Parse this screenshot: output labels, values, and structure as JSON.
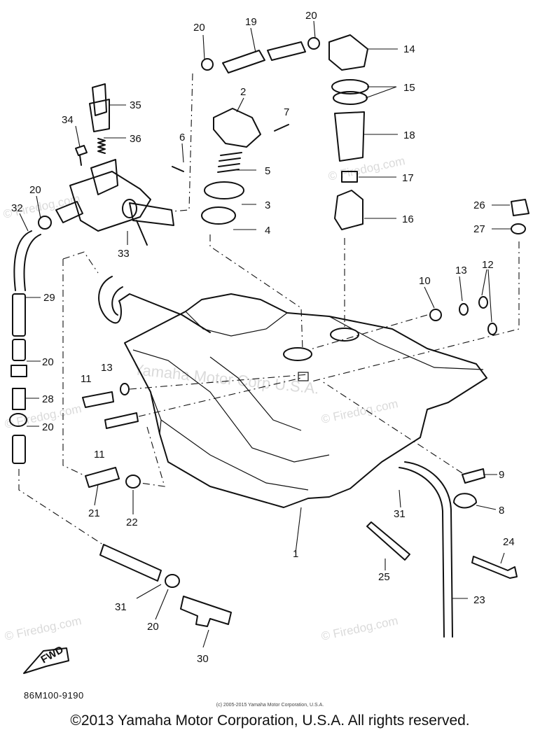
{
  "callouts": {
    "n1": "1",
    "n2": "2",
    "n3": "3",
    "n4": "4",
    "n5": "5",
    "n6": "6",
    "n7": "7",
    "n8": "8",
    "n9": "9",
    "n10": "10",
    "n11a": "11",
    "n11b": "11",
    "n12": "12",
    "n13a": "13",
    "n13b": "13",
    "n14": "14",
    "n15": "15",
    "n16": "16",
    "n17": "17",
    "n18": "18",
    "n19": "19",
    "n20a": "20",
    "n20b": "20",
    "n20c": "20",
    "n20d": "20",
    "n20e": "20",
    "n20f": "20",
    "n21": "21",
    "n22": "22",
    "n23": "23",
    "n24": "24",
    "n25": "25",
    "n26": "26",
    "n27": "27",
    "n28": "28",
    "n29": "29",
    "n30": "30",
    "n31a": "31",
    "n31b": "31",
    "n32": "32",
    "n33": "33",
    "n34": "34",
    "n35": "35",
    "n36": "36"
  },
  "fwd_label": "FWD",
  "diagram_code": "86M100-9190",
  "small_note": "(c) 2005-2015 Yamaha Motor Corporation, U.S.A.",
  "copyright": "©2013 Yamaha Motor Corporation, U.S.A. All rights reserved.",
  "watermarks": {
    "firedog": "© Firedog.com",
    "center": "Yamaha Motor Corp U.S.A."
  }
}
